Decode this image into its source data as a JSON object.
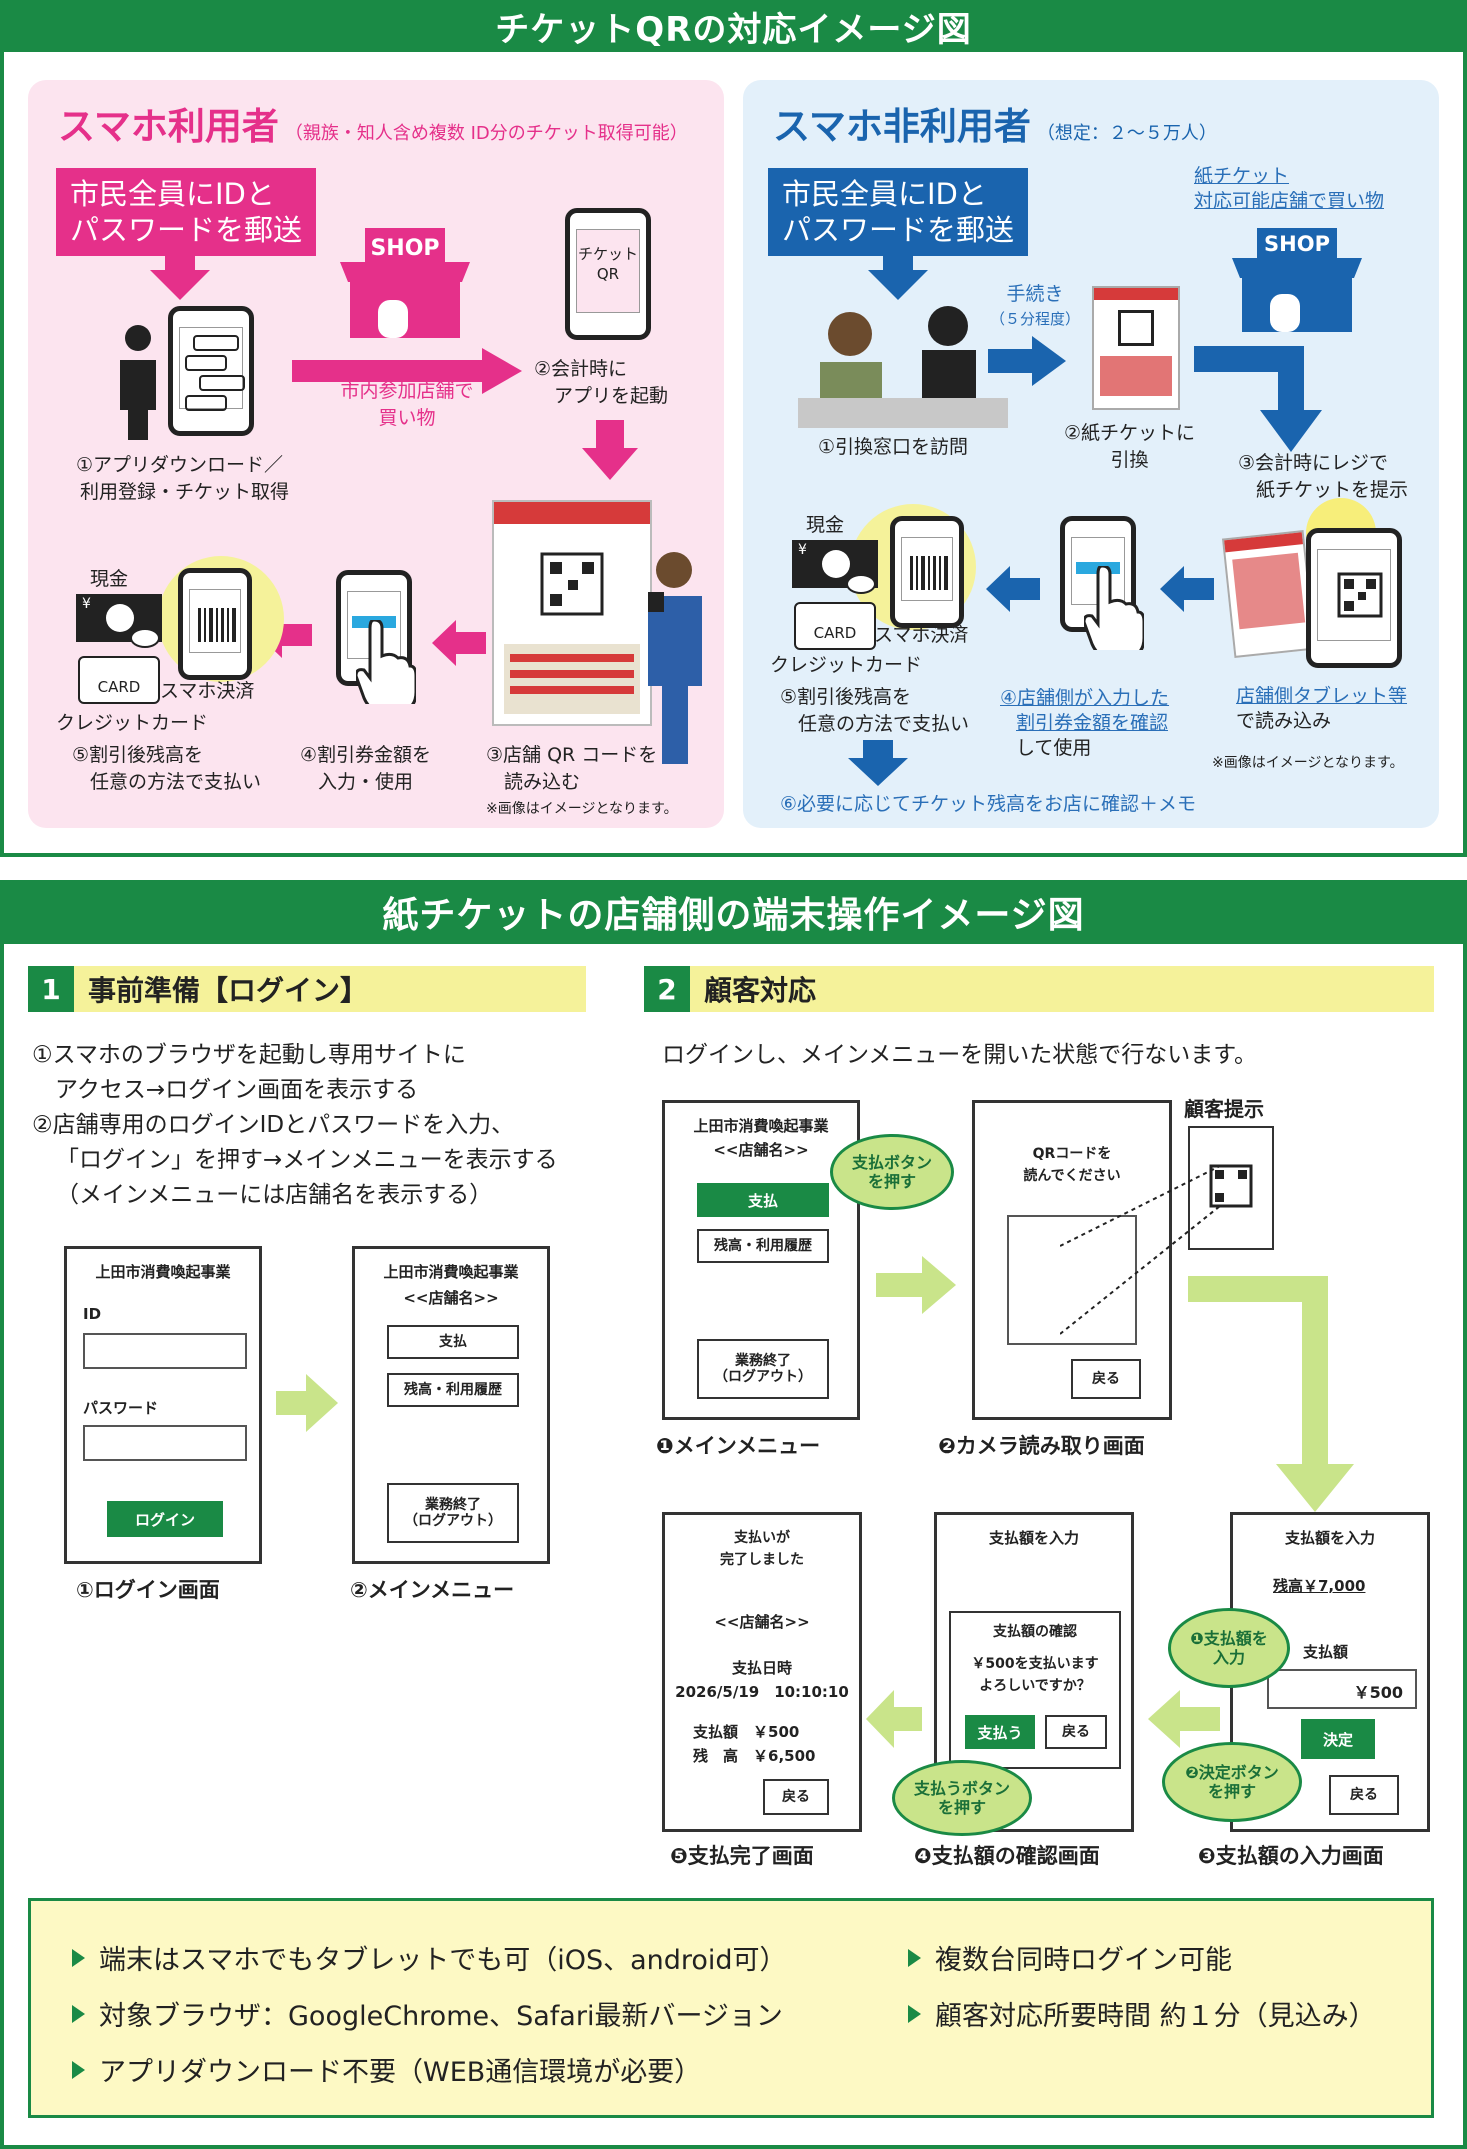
{
  "top": {
    "header": "チケットQRの対応イメージ図",
    "left": {
      "title": "スマホ利用者",
      "subtitle": "（親族・知人含め複数 ID分のチケット取得可能）",
      "mail_box": [
        "市民全員にIDと",
        "パスワードを郵送"
      ],
      "shop_label": "SHOP",
      "ticket_qr": [
        "チケット",
        "QR"
      ],
      "shop_caption": [
        "市内参加店舗で",
        "買い物"
      ],
      "step1": [
        "①アプリダウンロード／",
        "利用登録・チケット取得"
      ],
      "step2": [
        "②会計時に",
        "アプリを起動"
      ],
      "step3": [
        "③店舗 QR コードを",
        "読み込む"
      ],
      "step4": [
        "④割引券金額を",
        "入力・使用"
      ],
      "step5": [
        "⑤割引後残高を",
        "任意の方法で支払い"
      ],
      "cash": "現金",
      "card": "CARD",
      "credit": "クレジットカード",
      "smartpay": "スマホ決済",
      "note": "※画像はイメージとなります。"
    },
    "right": {
      "title": "スマホ非利用者",
      "subtitle": "（想定：２～５万人）",
      "mail_box": [
        "市民全員にIDと",
        "パスワードを郵送"
      ],
      "shop_head": [
        "紙チケット",
        "対応可能店舗で買い物"
      ],
      "shop_label": "SHOP",
      "procedure": [
        "手続き",
        "（５分程度）"
      ],
      "step1": "①引換窓口を訪問",
      "step2": [
        "②紙チケットに",
        "引換"
      ],
      "step3": [
        "③会計時にレジで",
        "紙チケットを提示"
      ],
      "step4": [
        "④店舗側が入力した",
        "割引券金額を確認",
        "して使用"
      ],
      "tablet": [
        "店舗側タブレット等",
        "で読み込み"
      ],
      "step5": [
        "⑤割引後残高を",
        "任意の方法で支払い"
      ],
      "step6": "⑥必要に応じてチケット残高をお店に確認＋メモ",
      "cash": "現金",
      "card": "CARD",
      "credit": "クレジットカード",
      "smartpay": "スマホ決済",
      "note": "※画像はイメージとなります。"
    }
  },
  "bottom": {
    "header": "紙チケットの店舗側の端末操作イメージ図",
    "sec1": {
      "num": "1",
      "title": "事前準備【ログイン】",
      "lines": [
        "①スマホのブラウザを起動し専用サイトに",
        "　アクセス→ログイン画面を表示する",
        "②店舗専用のログインIDとパスワードを入力、",
        "「ログイン」を押す→メインメニューを表示する",
        "（メインメニューには店舗名を表示する）"
      ],
      "login_screen": {
        "title": "上田市消費喚起事業",
        "id": "ID",
        "password": "パスワード",
        "button": "ログイン",
        "caption": "①ログイン画面"
      },
      "menu_screen": {
        "title": "上田市消費喚起事業",
        "store": "<<店舗名>>",
        "pay": "支払",
        "history": "残高・利用履歴",
        "end": [
          "業務終了",
          "（ログアウト）"
        ],
        "caption": "②メインメニュー"
      }
    },
    "sec2": {
      "num": "2",
      "title": "顧客対応",
      "intro": "ログインし、メインメニューを開いた状態で行ないます。",
      "menu": {
        "title": "上田市消費喚起事業",
        "store": "<<店舗名>>",
        "pay": "支払",
        "history": "残高・利用履歴",
        "end": [
          "業務終了",
          "（ログアウト）"
        ],
        "bubble": [
          "支払ボタン",
          "を押す"
        ],
        "caption": "❶メインメニュー"
      },
      "camera": {
        "text": [
          "QRコードを",
          "読んでください"
        ],
        "back": "戻る",
        "customer": "顧客提示",
        "caption": "❷カメラ読み取り画面"
      },
      "input": {
        "title": "支払額を入力",
        "balance": "残高￥7,000",
        "amount_label": "支払額",
        "amount": "￥500",
        "decide": "決定",
        "back": "戻る",
        "bubble1": [
          "❶支払額を",
          "入力"
        ],
        "bubble2": [
          "❷決定ボタン",
          "を押す"
        ],
        "caption": "❸支払額の入力画面"
      },
      "confirm": {
        "title": "支払額を入力",
        "box_title": "支払額の確認",
        "msg": [
          "￥500を支払います",
          "よろしいですか？"
        ],
        "pay": "支払う",
        "back": "戻る",
        "bubble": [
          "支払うボタン",
          "を押す"
        ],
        "caption": "❹支払額の確認画面"
      },
      "done": {
        "msg": [
          "支払いが",
          "完了しました"
        ],
        "store": "<<店舗名>>",
        "dt_label": "支払日時",
        "dt": "2026/5/19　10:10:10",
        "paid": "支払額　￥500",
        "rest": "残　高　￥6,500",
        "back": "戻る",
        "caption": "❺支払完了画面"
      }
    },
    "features": [
      "端末はスマホでもタブレットでも可（iOS、android可）",
      "複数台同時ログイン可能",
      "対象ブラウザ：GoogleChrome、Safari最新バージョン",
      "顧客対応所要時間 約１分（見込み）",
      "アプリダウンロード不要（WEB通信環境が必要）"
    ]
  },
  "colors": {
    "green": "#1a8a45",
    "pink": "#e5308a",
    "blue": "#1a64ae",
    "pink_bg": "#fce4ef",
    "blue_bg": "#e3f0fa",
    "yellow": "#fdf9c4"
  }
}
